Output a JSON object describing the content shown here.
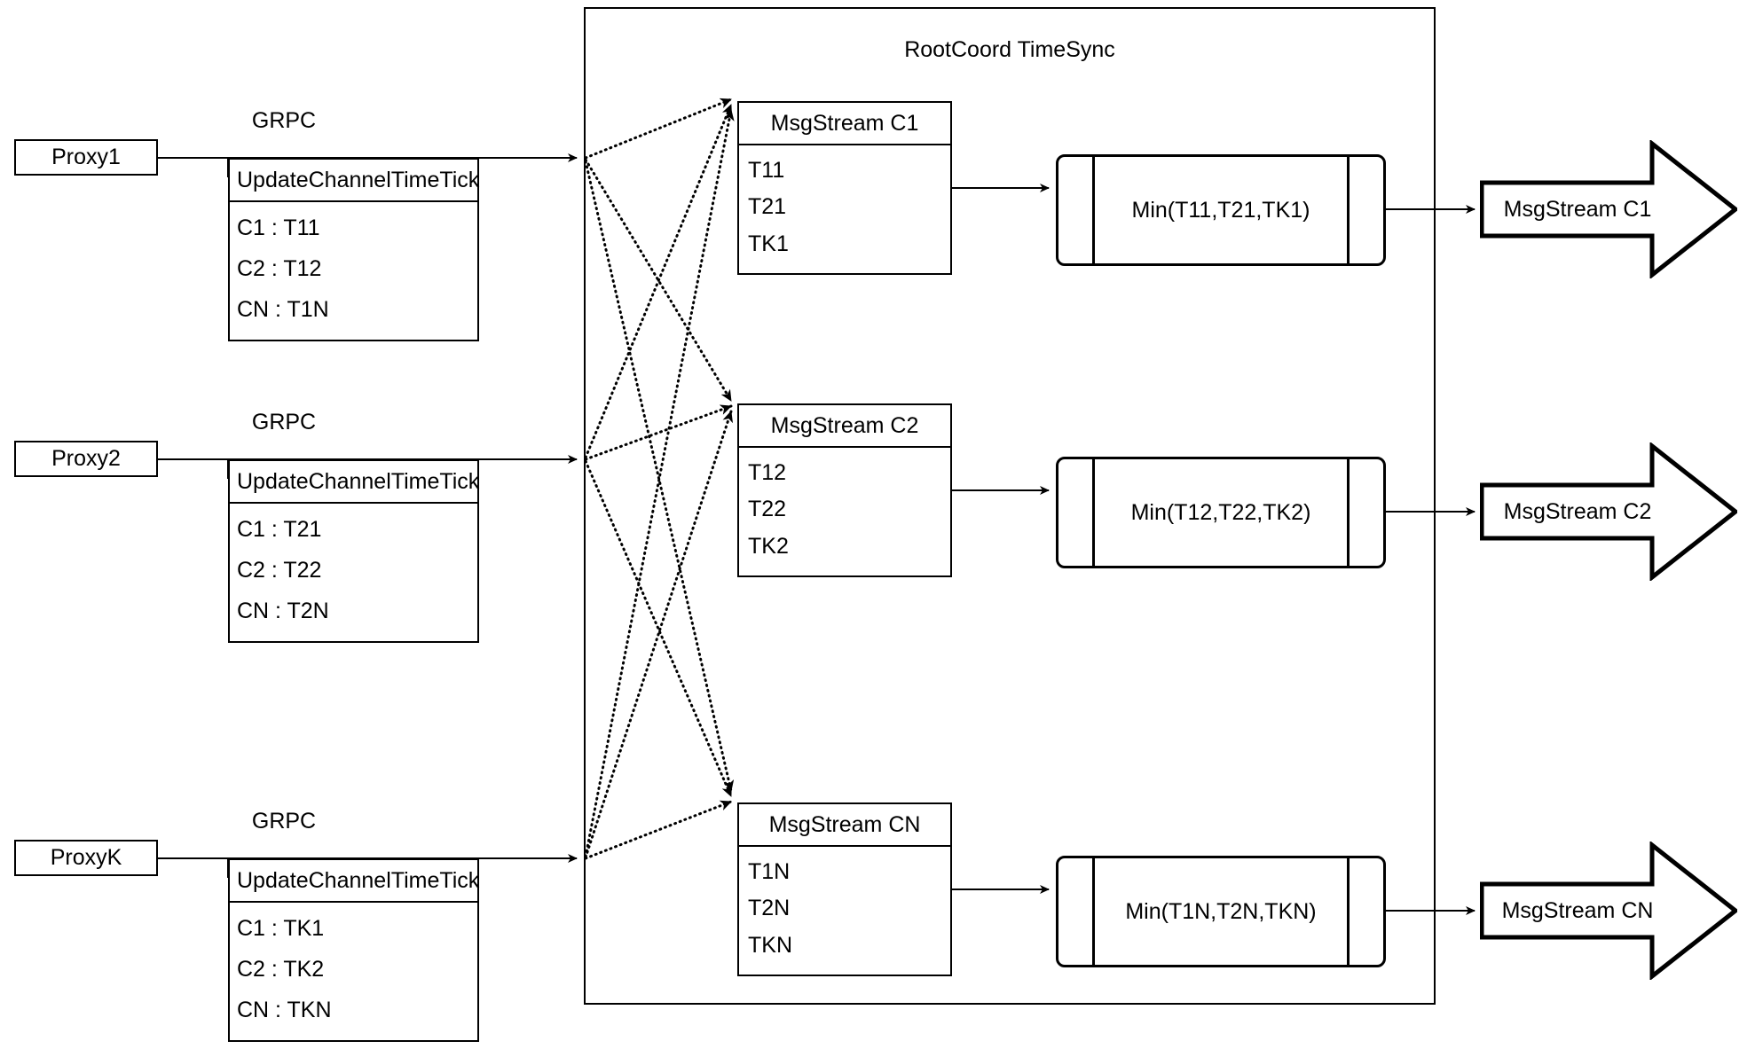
{
  "diagram": {
    "container_title": "RootCoord TimeSync"
  },
  "proxies": [
    {
      "name": "Proxy1",
      "link_label": "GRPC",
      "table_title": "UpdateChannelTimeTick",
      "rows": [
        "C1 :  T11",
        "C2 :  T12",
        "CN : T1N"
      ]
    },
    {
      "name": "Proxy2",
      "link_label": "GRPC",
      "table_title": "UpdateChannelTimeTick",
      "rows": [
        "C1 :  T21",
        "C2 :  T22",
        "CN : T2N"
      ]
    },
    {
      "name": "ProxyK",
      "link_label": "GRPC",
      "table_title": "UpdateChannelTimeTick",
      "rows": [
        "C1 :  TK1",
        "C2 :  TK2",
        "CN : TKN"
      ]
    }
  ],
  "channels": [
    {
      "msgstream_title": "MsgStream C1",
      "ticks": [
        "T11",
        "T21",
        "TK1"
      ],
      "min_label": "Min(T11,T21,TK1)",
      "output_label": "MsgStream C1"
    },
    {
      "msgstream_title": "MsgStream C2",
      "ticks": [
        "T12",
        "T22",
        "TK2"
      ],
      "min_label": "Min(T12,T22,TK2)",
      "output_label": "MsgStream C2"
    },
    {
      "msgstream_title": "MsgStream CN",
      "ticks": [
        "T1N",
        "T2N",
        "TKN"
      ],
      "min_label": "Min(T1N,T2N,TKN)",
      "output_label": "MsgStream CN"
    }
  ],
  "colors": {
    "stroke": "#000000",
    "background": "#ffffff"
  }
}
